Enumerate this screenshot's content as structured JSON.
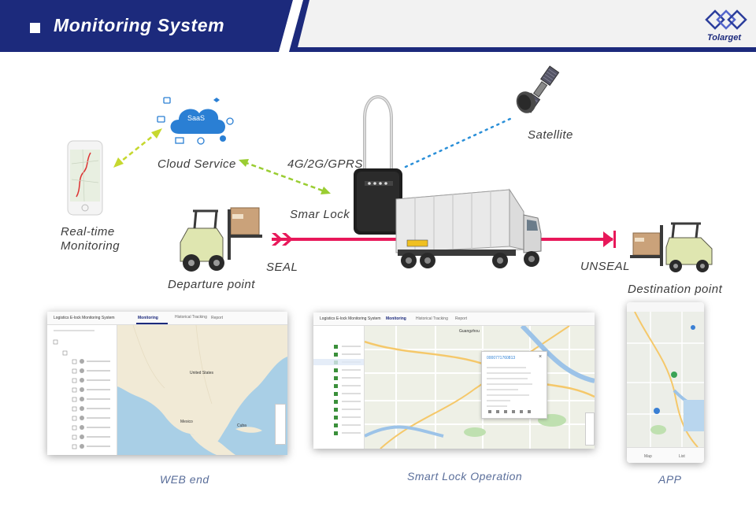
{
  "header": {
    "title": "Monitoring System",
    "brand": "Tolarget"
  },
  "colors": {
    "header_navy": "#1c2a7c",
    "route_pink": "#e8185a",
    "wireless_green": "#9acd32",
    "satellite_link": "#2a8fd8",
    "caption_blue": "#5a6e9a"
  },
  "diagram": {
    "cloud_title": "SaaS",
    "cloud_label": "Cloud Service",
    "network_label": "4G/2G/GPRS",
    "satellite_label": "Satellite",
    "lock_label": "Smar Lock",
    "monitoring_label_line1": "Real-time",
    "monitoring_label_line2": "Monitoring",
    "departure_label": "Departure point",
    "seal_label": "SEAL",
    "unseal_label": "UNSEAL",
    "destination_label": "Destination point"
  },
  "screens": {
    "web_caption": "WEB end",
    "lock_caption": "Smart Lock Operation",
    "app_caption": "APP",
    "web_app_title": "Logistics E-lock Monitoring System",
    "web_tabs": [
      "Monitoring",
      "Historical Tracking",
      "Report"
    ],
    "web_map_country": "United States",
    "web_map_mexico": "Mexico",
    "web_map_cuba": "Cuba",
    "lock_map_city": "Guangzhou",
    "lock_popup_title": "0000771760813",
    "app_tabs": [
      "Map",
      "List"
    ]
  }
}
